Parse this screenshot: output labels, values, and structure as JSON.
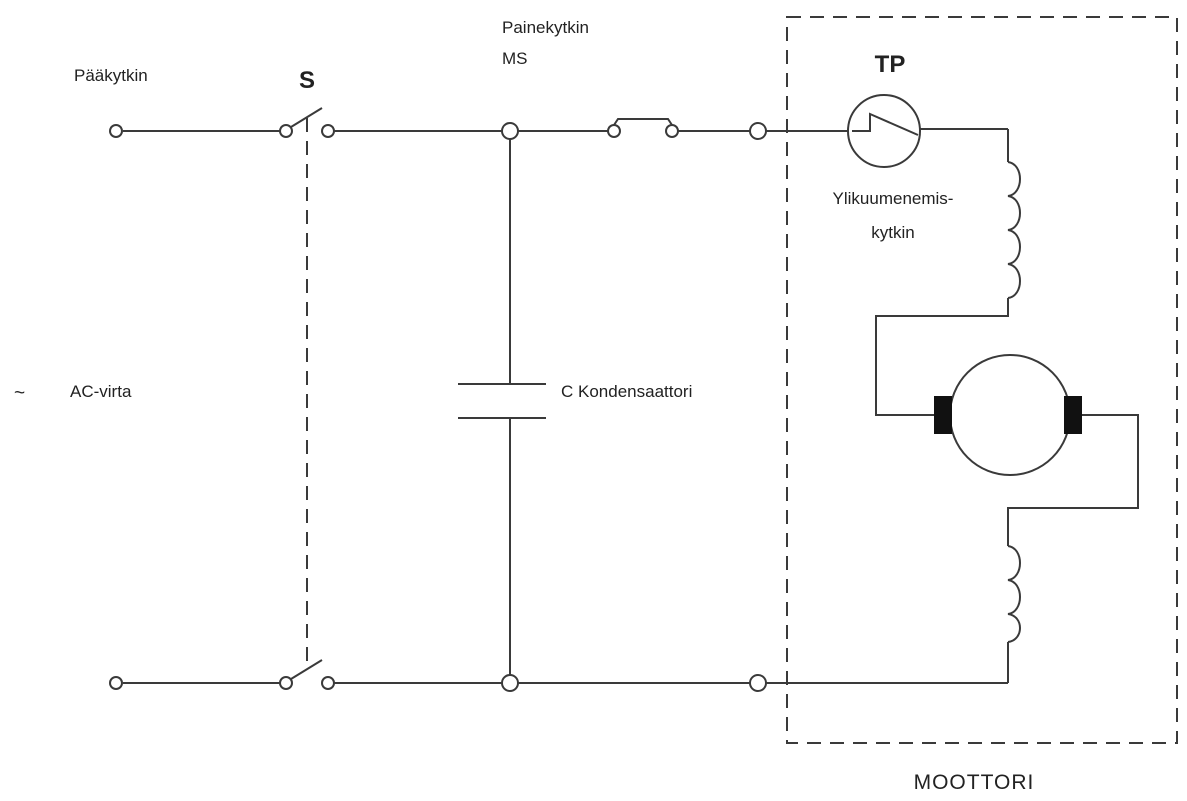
{
  "labels": {
    "main_switch": "Pääkytkin",
    "switch_symbol": "S",
    "pressure_switch_line1": "Painekytkin",
    "pressure_switch_line2": "MS",
    "thermal_symbol": "TP",
    "thermal_line1": "Ylikuumenemis-",
    "thermal_line2": "kytkin",
    "ac_symbol": "~",
    "ac_label": "AC-virta",
    "capacitor_label": "C Kondensaattori",
    "motor_label": "MOOTTORI"
  },
  "colors": {
    "wire": "#3a3a3a",
    "brush": "#111111",
    "text": "#222222",
    "background": "#ffffff"
  }
}
